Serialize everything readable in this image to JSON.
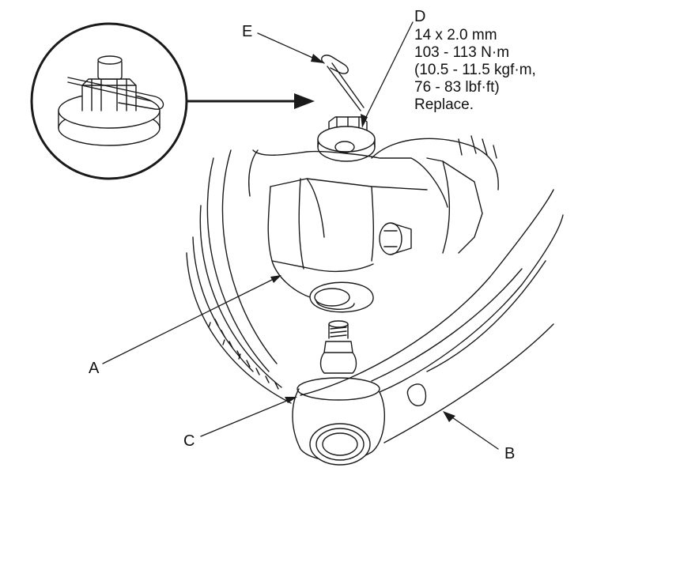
{
  "callouts": {
    "A": "A",
    "B": "B",
    "C": "C",
    "D": "D",
    "E": "E"
  },
  "spec_D": {
    "size": "14 x 2.0 mm",
    "torque_nm": "103 - 113 N·m",
    "torque_kgfm": "(10.5 - 11.5 kgf·m,",
    "torque_lbfft": "76 - 83 lbf·ft)",
    "note": "Replace."
  },
  "colors": {
    "line": "#1a1a1a",
    "background": "#ffffff"
  }
}
